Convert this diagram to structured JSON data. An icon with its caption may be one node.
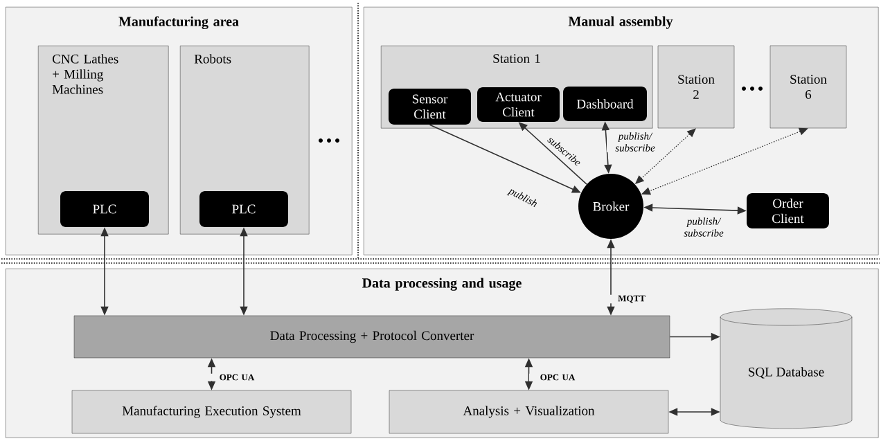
{
  "diagram": {
    "nodes": [
      {
        "text": [
          "Manufacturing area"
        ]
      },
      {
        "text": [
          "CNC Lathes + Milling Machines"
        ],
        "in": 0
      },
      {
        "text": [
          "PLC"
        ],
        "in": 1
      },
      {
        "text": [
          "Robots"
        ],
        "in": 0
      },
      {
        "text": [
          "PLC"
        ],
        "in": 3
      },
      {
        "text": [
          "Manual assembly"
        ]
      },
      {
        "text": [
          "Station 1"
        ],
        "in": 5
      },
      {
        "text": [
          "Sensor Client"
        ],
        "in": 6
      },
      {
        "text": [
          "Actuator Client"
        ],
        "in": 6
      },
      {
        "text": [
          "Dashboard"
        ],
        "in": 6
      },
      {
        "text": [
          "Station 2"
        ],
        "in": 5
      },
      {
        "text": [
          "Station 6"
        ],
        "in": 5
      },
      {
        "text": [
          "Broker"
        ],
        "in": 5
      },
      {
        "text": [
          "Order Client"
        ],
        "in": 5
      },
      {
        "text": [
          "Data processing and usage"
        ]
      },
      {
        "text": [
          "Data Processing + Protocol Converter"
        ],
        "in": 14
      },
      {
        "text": [
          "Manufacturing Execution System"
        ],
        "in": 14
      },
      {
        "text": [
          "Analysis + Visualization"
        ],
        "in": 14
      },
      {
        "text": [
          "SQL Database"
        ],
        "in": 14
      }
    ],
    "edges": [
      {
        "from": 2,
        "to": 15,
        "arrow": "both"
      },
      {
        "from": 4,
        "to": 15,
        "arrow": "both"
      },
      {
        "from": 12,
        "to": 15,
        "arrow": "both",
        "label": "MQTT"
      },
      {
        "from": 7,
        "to": 12,
        "arrow": "to",
        "label": "publish"
      },
      {
        "from": 12,
        "to": 8,
        "arrow": "to",
        "label": "subscribe"
      },
      {
        "from": 9,
        "to": 12,
        "arrow": "both",
        "label": "publish/ subscribe"
      },
      {
        "from": 10,
        "to": 12,
        "arrow": "both",
        "style": "dashed"
      },
      {
        "from": 11,
        "to": 12,
        "arrow": "both",
        "style": "dashed"
      },
      {
        "from": 12,
        "to": 13,
        "arrow": "both",
        "label": "publish/ subscribe"
      },
      {
        "from": 15,
        "to": 16,
        "arrow": "both",
        "label": "OPC UA"
      },
      {
        "from": 15,
        "to": 17,
        "arrow": "both",
        "label": "OPC UA"
      },
      {
        "from": 15,
        "to": 18,
        "arrow": "to"
      },
      {
        "from": 17,
        "to": 18,
        "arrow": "both"
      }
    ]
  }
}
